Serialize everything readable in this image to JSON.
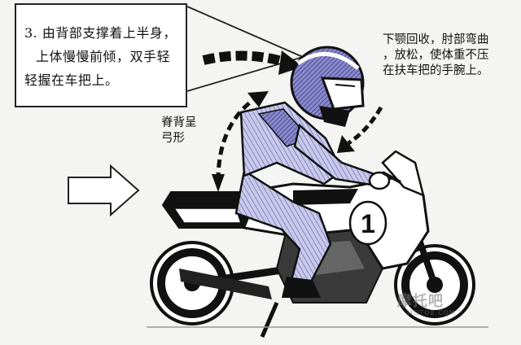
{
  "callout": {
    "line1": "3. 由背部支撑着上半身，",
    "line2": "上体慢慢前倾，双手轻",
    "line3": "轻握在车把上。"
  },
  "note_right": {
    "line1": "下颚回收，肘部弯曲",
    "line2": "，放松，使体重不压",
    "line3": "在扶车把的手腕上。"
  },
  "note_back": {
    "line1": "脊背呈",
    "line2": "弓形"
  },
  "bike_number": "1",
  "watermark": {
    "main": "摩托吧",
    "sub": "MOTO8.COM"
  },
  "colors": {
    "ink": "#1a1a1a",
    "paper": "#f4f4f2",
    "suit_blue": "#5a5aa8",
    "suit_light": "#b8b8e0"
  },
  "icons": [
    "right-arrow-icon",
    "curved-arrow-icon",
    "helmet-icon",
    "motorcycle-icon"
  ]
}
